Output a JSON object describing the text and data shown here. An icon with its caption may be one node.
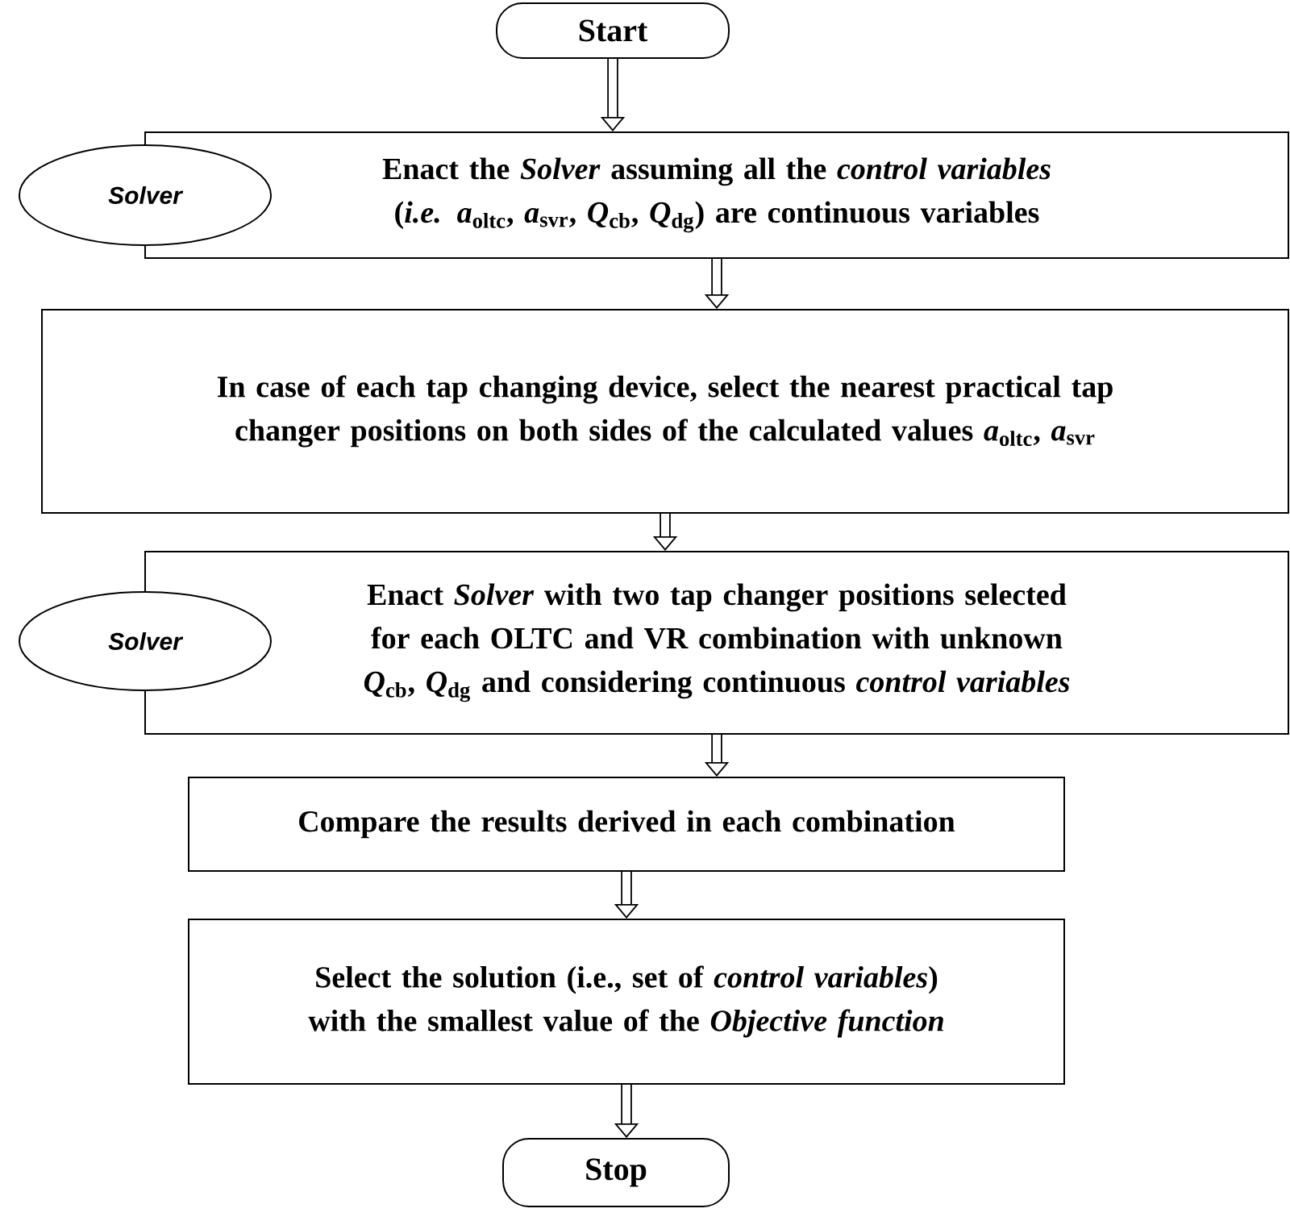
{
  "diagram": {
    "nodes": [
      {
        "text": [
          "Start"
        ]
      },
      {
        "text": [
          "Solver"
        ]
      },
      {
        "text": [
          "Enact the *Solver* assuming all the *control variables* (*i.e. a*$_{oltc}$, *a*$_{svr}$, *Q*$_{cb}$, *Q*$_{dg}$) are continuous variables"
        ]
      },
      {
        "text": [
          "In case of each tap changing device, select the nearest practical tap changer positions on both sides of the calculated values *a*$_{oltc}$, *a*$_{svr}$"
        ]
      },
      {
        "text": [
          "Solver"
        ]
      },
      {
        "text": [
          "Enact *Solver* with two tap changer positions selected for each OLTC and VR combination with unknown *Q*$_{cb}$, *Q*$_{dg}$ and considering continuous *control variables*"
        ]
      },
      {
        "text": [
          "Compare the results derived in each combination"
        ]
      },
      {
        "text": [
          "Select the solution (i.e., set of *control variables*) with the smallest value of the *Objective function*"
        ]
      },
      {
        "text": [
          "Stop"
        ]
      }
    ],
    "edges": [
      {
        "from": 0,
        "to": 2,
        "arrow": "to"
      },
      {
        "from": 2,
        "to": 3,
        "arrow": "to"
      },
      {
        "from": 3,
        "to": 5,
        "arrow": "to"
      },
      {
        "from": 5,
        "to": 6,
        "arrow": "to"
      },
      {
        "from": 6,
        "to": 7,
        "arrow": "to"
      },
      {
        "from": 7,
        "to": 8,
        "arrow": "to"
      }
    ]
  }
}
